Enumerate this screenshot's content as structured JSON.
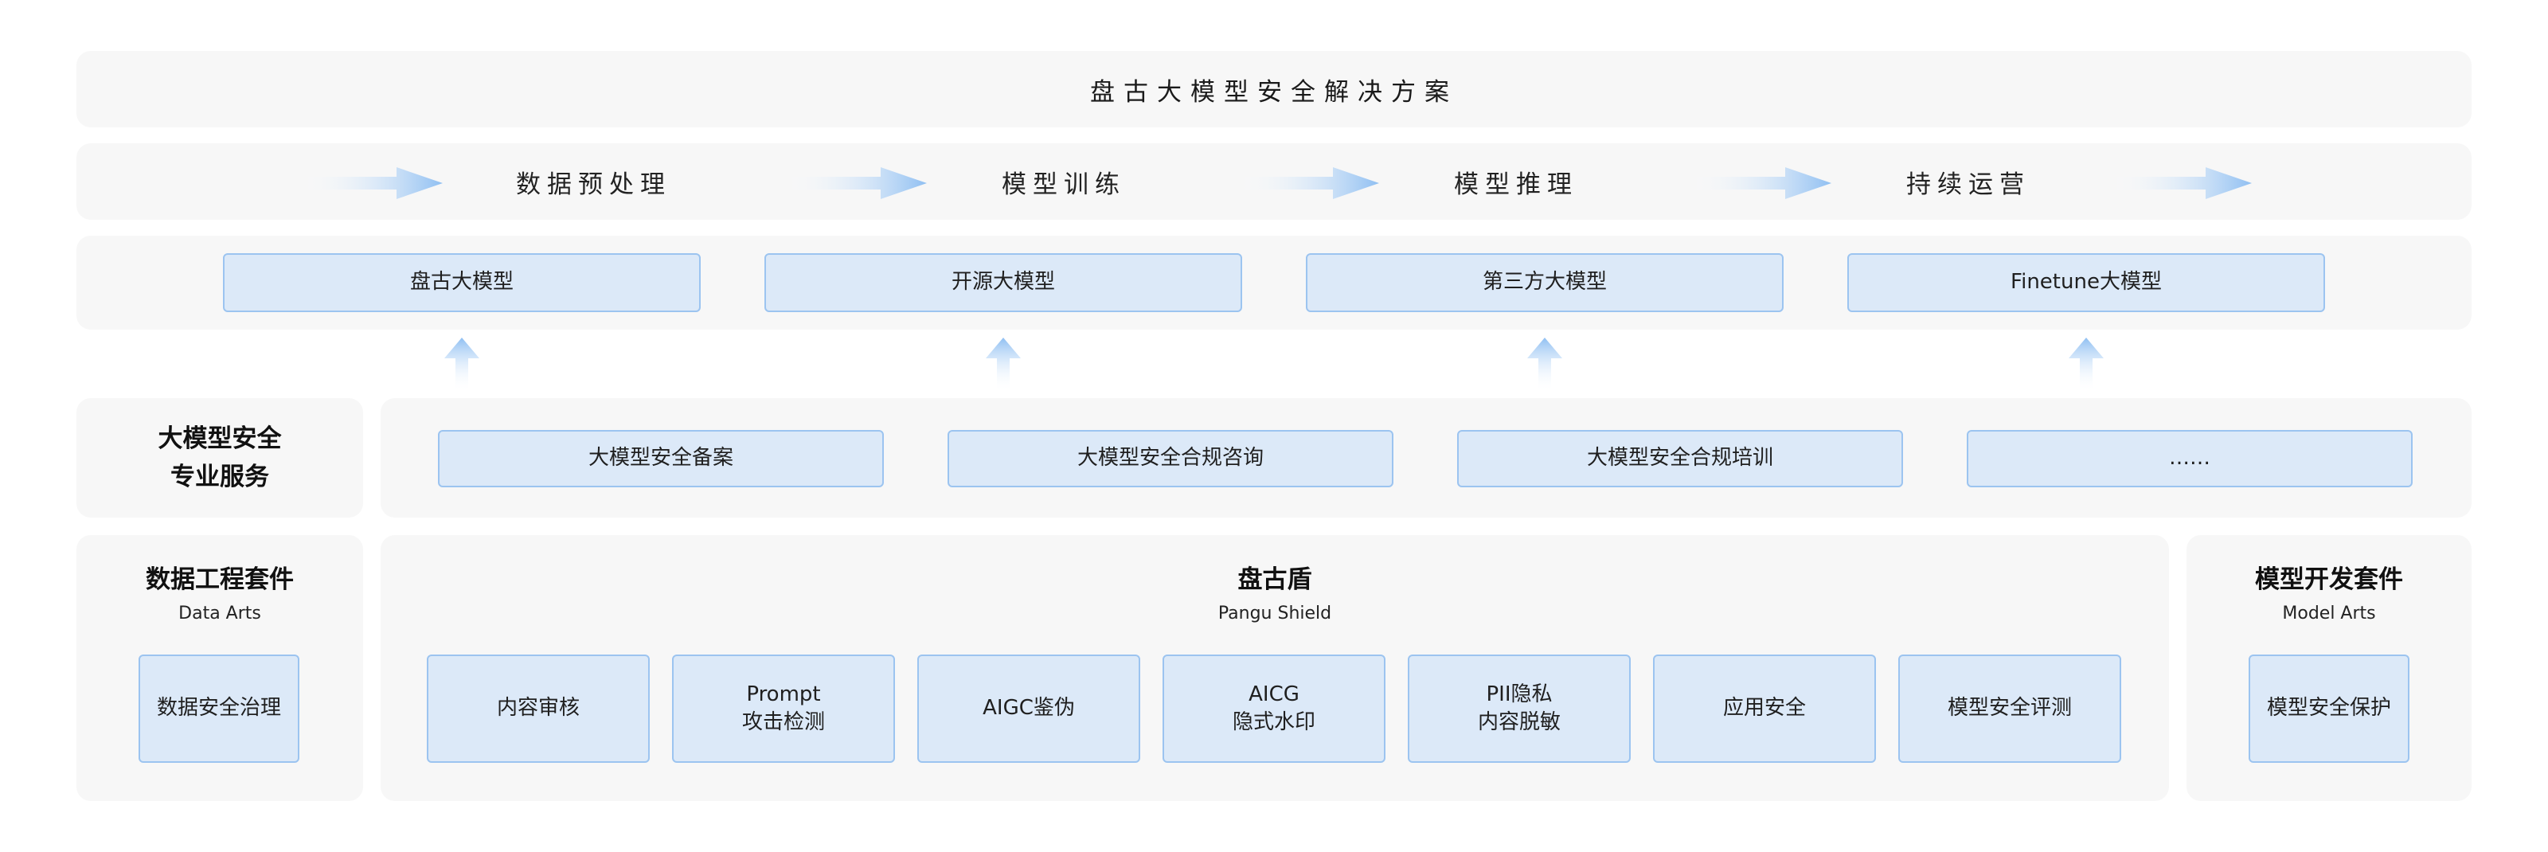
{
  "header": {
    "title": "盘古大模型安全解决方案"
  },
  "pipeline": {
    "stages": [
      "数据预处理",
      "模型训练",
      "模型推理",
      "持续运营"
    ]
  },
  "models": [
    "盘古大模型",
    "开源大模型",
    "第三方大模型",
    "Finetune大模型"
  ],
  "services": {
    "title_line1": "大模型安全",
    "title_line2": "专业服务",
    "items": [
      "大模型安全备案",
      "大模型安全合规咨询",
      "大模型安全合规培训",
      "……"
    ]
  },
  "data_kit": {
    "title": "数据工程套件",
    "subtitle": "Data Arts",
    "item": "数据安全治理"
  },
  "shield": {
    "title": "盘古盾",
    "subtitle": "Pangu Shield",
    "items": [
      {
        "line1": "内容审核",
        "line2": ""
      },
      {
        "line1": "Prompt",
        "line2": "攻击检测"
      },
      {
        "line1": "AIGC鉴伪",
        "line2": ""
      },
      {
        "line1": "AICG",
        "line2": "隐式水印"
      },
      {
        "line1": "PII隐私",
        "line2": "内容脱敏"
      },
      {
        "line1": "应用安全",
        "line2": ""
      },
      {
        "line1": "模型安全评测",
        "line2": ""
      }
    ]
  },
  "model_kit": {
    "title": "模型开发套件",
    "subtitle": "Model Arts",
    "item": "模型安全保护"
  },
  "colors": {
    "panel_bg": "#f7f7f7",
    "box_fill": "#dce9f8",
    "box_border": "#9cc4f0",
    "arrow_blue": "#8fbff2"
  }
}
